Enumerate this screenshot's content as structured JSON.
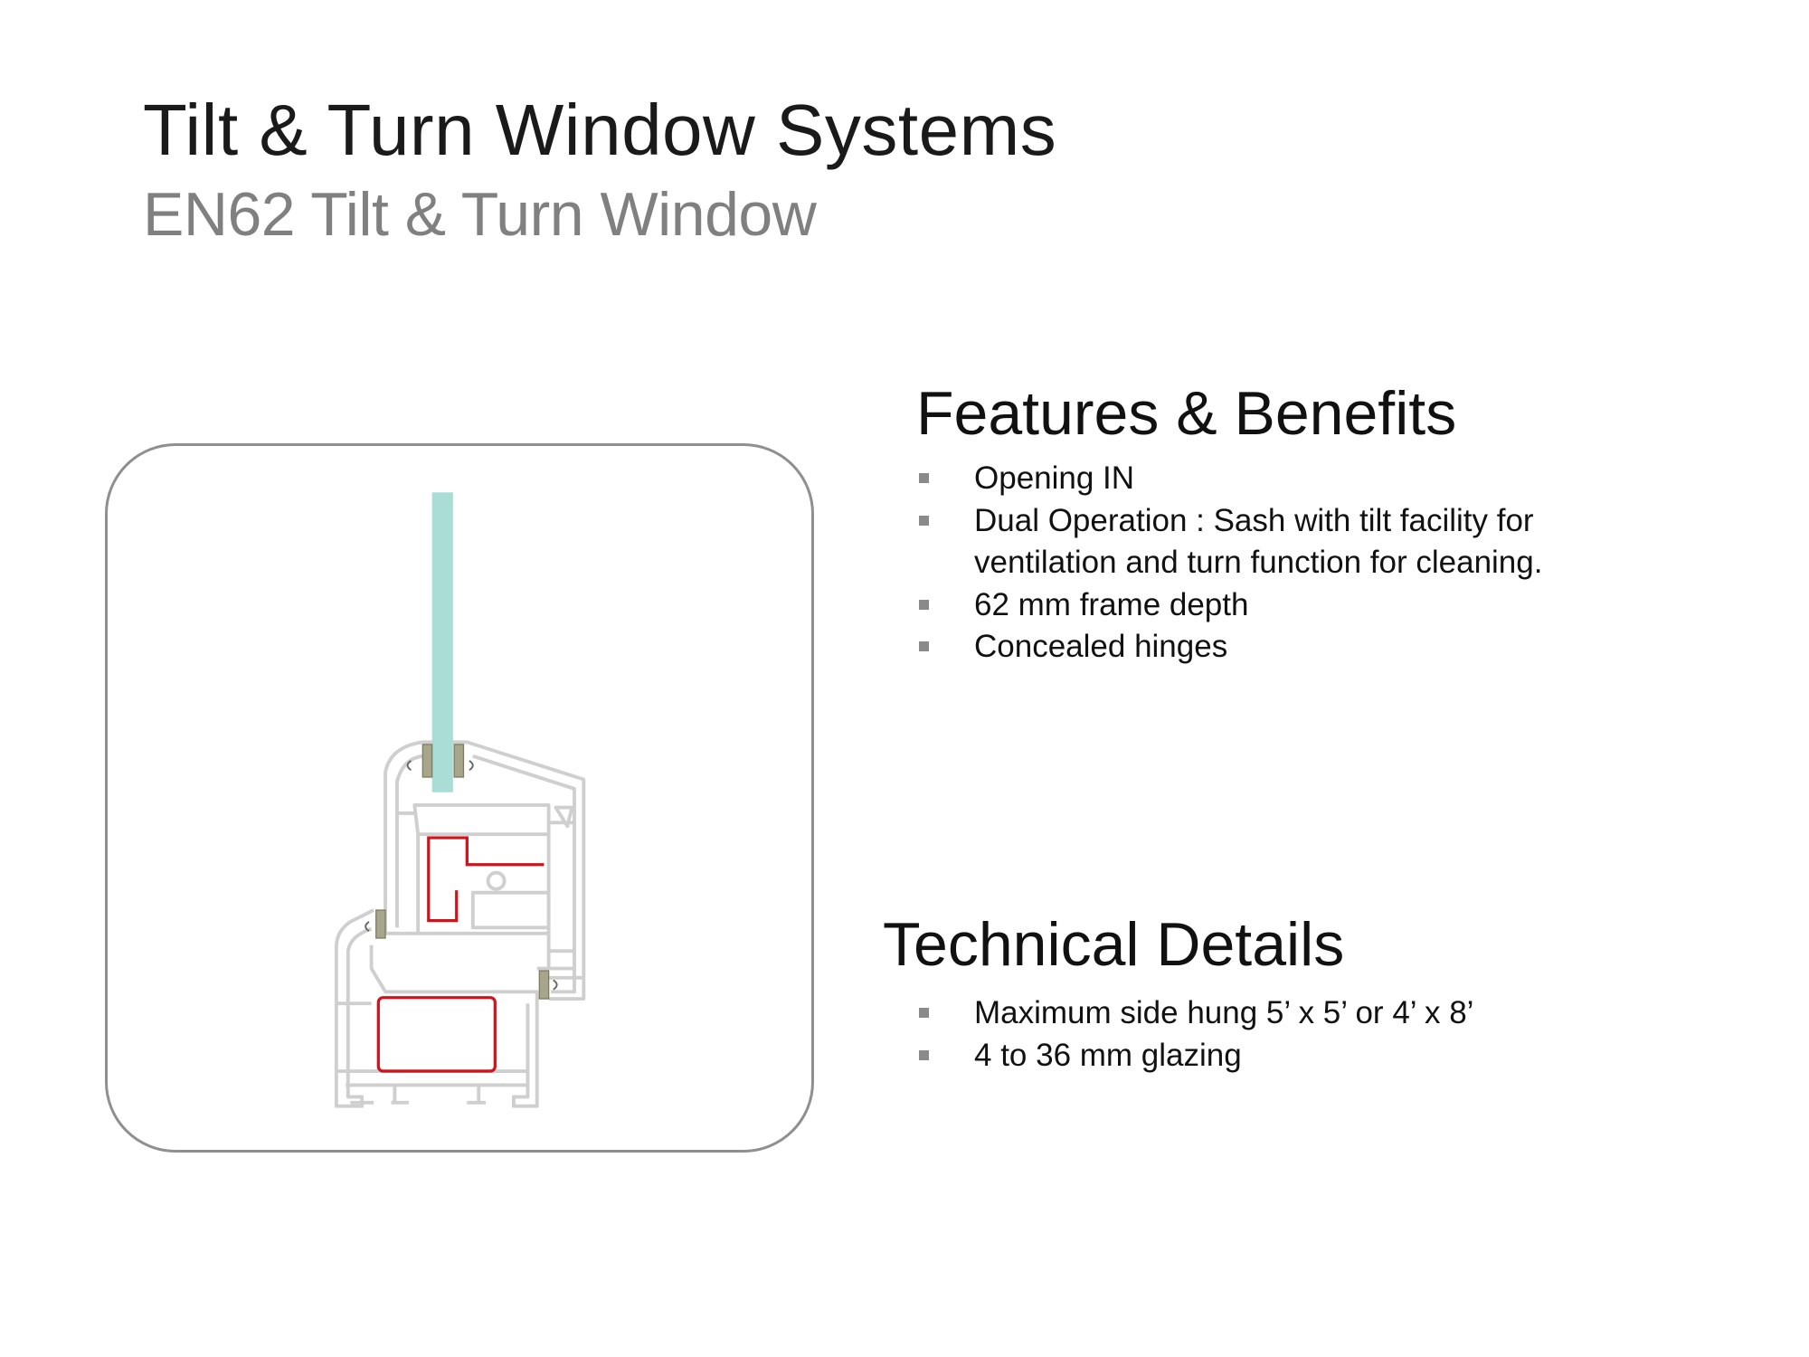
{
  "header": {
    "title": "Tilt & Turn Window Systems",
    "subtitle": "EN62 Tilt & Turn Window"
  },
  "features": {
    "heading": "Features & Benefits",
    "items": [
      "Opening IN",
      "Dual Operation : Sash with tilt facility for ventilation and turn function for cleaning.",
      "62 mm frame depth",
      "Concealed hinges"
    ]
  },
  "technical": {
    "heading": "Technical Details",
    "items": [
      "Maximum side hung 5’ x 5’ or 4’ x 8’",
      "4 to 36 mm glazing"
    ]
  },
  "colors": {
    "glass": "#a9ddd5",
    "reinforcement": "#d0121b",
    "gasket": "#a7a58a",
    "profile_line": "#cfcfcf",
    "subtitle": "#808080"
  }
}
